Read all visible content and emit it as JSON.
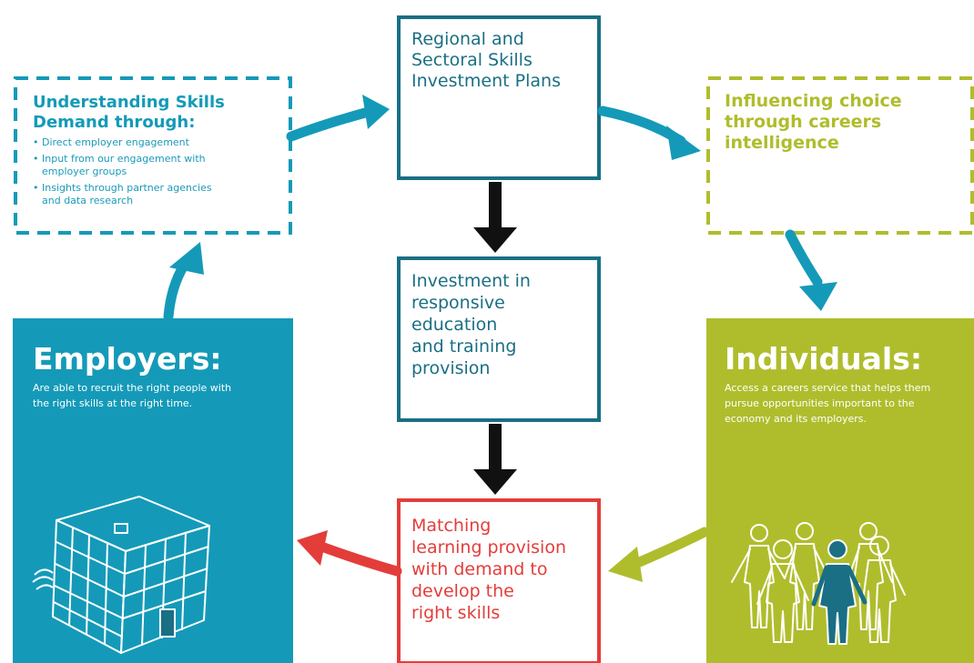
{
  "colors": {
    "teal": "#149ab8",
    "dark_teal": "#1a6f84",
    "olive": "#afbd2c",
    "red": "#e33d3a",
    "black": "#111111"
  },
  "understanding": {
    "title_line1": "Understanding Skills",
    "title_line2": "Demand through:",
    "bullets": [
      {
        "line1": "Direct employer engagement",
        "line2": ""
      },
      {
        "line1": "Input from our engagement with",
        "line2": "employer groups"
      },
      {
        "line1": "Insights through partner agencies",
        "line2": "and data research"
      }
    ]
  },
  "regional": {
    "line1": "Regional and",
    "line2": "Sectoral Skills",
    "line3": "Investment Plans"
  },
  "influencing": {
    "line1": "Influencing choice",
    "line2": "through careers",
    "line3": "intelligence"
  },
  "investment": {
    "line1": "Investment in",
    "line2": "responsive",
    "line3": "education",
    "line4": "and training",
    "line5": "provision"
  },
  "matching": {
    "line1": "Matching",
    "line2": "learning provision",
    "line3": "with demand to",
    "line4": "develop the",
    "line5": "right skills"
  },
  "employers": {
    "heading": "Employers:",
    "desc_line1": "Are able to recruit the right people with",
    "desc_line2": "the right skills at the right time.",
    "illustration": "office-building-icon"
  },
  "individuals": {
    "heading": "Individuals:",
    "desc_line1": "Access a careers service that helps them",
    "desc_line2": "pursue opportunities important to the",
    "desc_line3": "economy and its employers.",
    "illustration": "people-group-icon"
  }
}
